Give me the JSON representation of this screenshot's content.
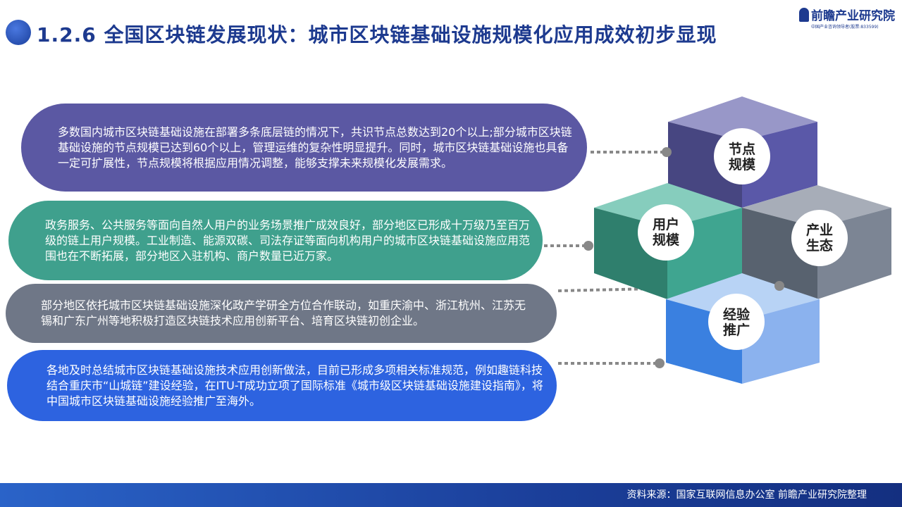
{
  "header": {
    "title": "1.2.6 全国区块链发展现状：城市区块链基础设施规模化应用成效初步显现",
    "logo_name": "前瞻产业研究院",
    "logo_tagline": "中国产业咨询领导者(股票:833599)"
  },
  "items": [
    {
      "text": "多数国内城市区块链基础设施在部署多条底层链的情况下，共识节点总数达到20个以上;部分城市区块链基础设施的节点规模已达到60个以上，管理运维的复杂性明显提升。同时，城市区块链基础设施也具备一定可扩展性，节点规模将根据应用情况调整，能够支撑未来规模化发展需求。",
      "color": "#5b58a3"
    },
    {
      "text": "政务服务、公共服务等面向自然人用户的业务场景推广成效良好，部分地区已形成十万级乃至百万级的链上用户规模。工业制造、能源双碳、司法存证等面向机构用户的城市区块链基础设施应用范围也在不断拓展，部分地区入驻机构、商户数量已近万家。",
      "color": "#3fa08d"
    },
    {
      "text": "部分地区依托城市区块链基础设施深化政产学研全方位合作联动，如重庆渝中、浙江杭州、江苏无锡和广东广州等地积极打造区块链技术应用创新平台、培育区块链初创企业。",
      "color": "#6f7787"
    },
    {
      "text": "各地及时总结城市区块链基础设施技术应用创新做法，目前已形成多项相关标准规范，例如趣链科技结合重庆市“山城链”建设经验，在ITU-T成功立项了国际标准《城市级区块链基础设施建设指南》，将中国城市区块链基础设施经验推广至海外。",
      "color": "#2d63e0"
    }
  ],
  "cubes": {
    "node": {
      "l1": "节点",
      "l2": "规模"
    },
    "user": {
      "l1": "用户",
      "l2": "规模"
    },
    "industry": {
      "l1": "产业",
      "l2": "生态"
    },
    "experience": {
      "l1": "经验",
      "l2": "推广"
    }
  },
  "footer": {
    "source": "资料来源：国家互联网信息办公室 前瞻产业研究院整理"
  }
}
